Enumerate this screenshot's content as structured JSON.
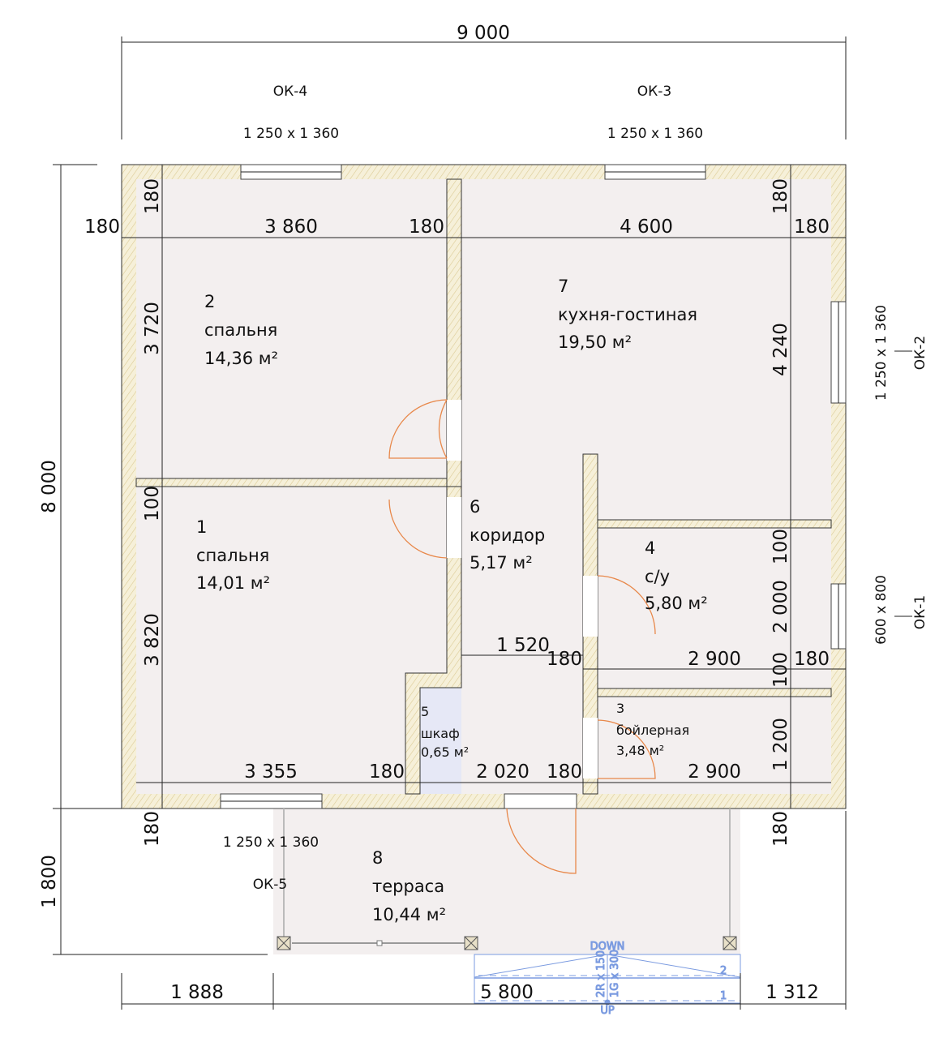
{
  "overall": {
    "width": "9 000",
    "depth": "8 000",
    "terrace_depth": "1 800"
  },
  "windows": {
    "ok4": {
      "label": "ОК-4",
      "size": "1 250 x 1 360"
    },
    "ok3": {
      "label": "ОК-3",
      "size": "1 250 x 1 360"
    },
    "ok2": {
      "label": "ОК-2",
      "size": "1 250 x 1 360"
    },
    "ok1": {
      "label": "ОК-1",
      "size": "600 x 800"
    },
    "ok5": {
      "label": "ОК-5",
      "size": "1 250 x 1 360"
    }
  },
  "dims": {
    "top_left_wall": "180",
    "bed2_width": "3 860",
    "mid_wall": "180",
    "kitchen_width": "4 600",
    "right_wall": "180",
    "top_wall_left": "180",
    "top_wall_right": "180",
    "bed2_depth": "3 720",
    "kitchen_depth": "4 240",
    "partition_bed": "100",
    "bed1_depth": "3 820",
    "partition_bath": "100",
    "bath_depth": "2 000",
    "partition_boiler": "100",
    "corridor_wall": "180",
    "corridor_width": "1 520",
    "bath_width": "2 900",
    "bath_right_wall": "180",
    "boiler_depth": "1 200",
    "bed1_width": "3 355",
    "closet_wall": "180",
    "hall_width": "2 020",
    "hall_wall": "180",
    "boiler_width": "2 900",
    "bottom_wall_left": "180",
    "bottom_wall_right": "180",
    "bottom_left": "1 888",
    "bottom_mid": "5 800",
    "bottom_right": "1 312"
  },
  "rooms": [
    {
      "num": "1",
      "name": "спальня",
      "area": "14,01 м²"
    },
    {
      "num": "2",
      "name": "спальня",
      "area": "14,36 м²"
    },
    {
      "num": "3",
      "name": "бойлерная",
      "area": "3,48 м²"
    },
    {
      "num": "4",
      "name": "с/у",
      "area": "5,80 м²"
    },
    {
      "num": "5",
      "name": "шкаф",
      "area": "0,65 м²"
    },
    {
      "num": "6",
      "name": "коридор",
      "area": "5,17 м²"
    },
    {
      "num": "7",
      "name": "кухня-гостиная",
      "area": "19,50 м²"
    },
    {
      "num": "8",
      "name": "терраса",
      "area": "10,44 м²"
    }
  ],
  "stairs": {
    "down": "DOWN",
    "up": "UP",
    "riser": "2R x 150",
    "going": "1G x 300",
    "step2": "2",
    "step1": "1"
  },
  "colors": {
    "wall_hatch": "#f3ecd2",
    "floor": "#f3efef",
    "door_swing": "#e8884a",
    "closet": "#e6e8f6",
    "stairs": "#7b9be0"
  }
}
